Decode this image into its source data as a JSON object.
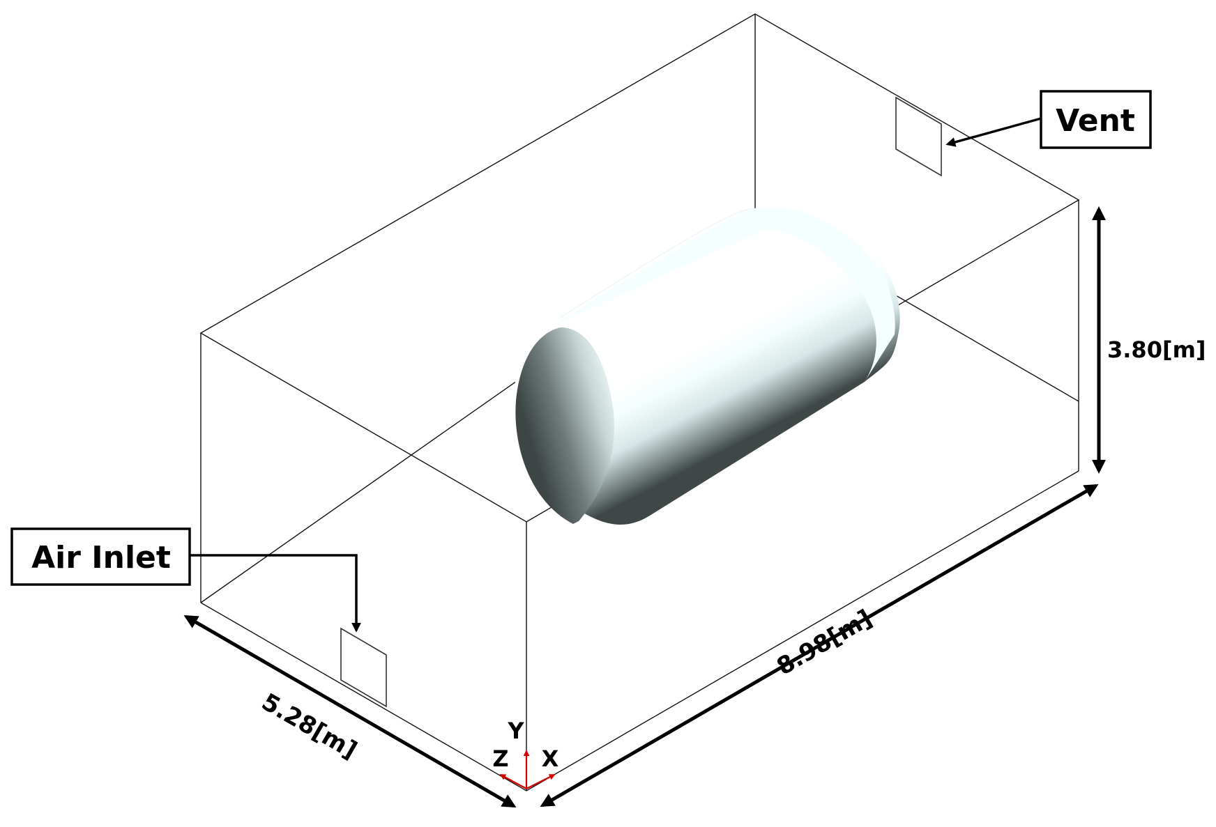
{
  "labels": {
    "vent": "Vent",
    "air_inlet": "Air Inlet"
  },
  "dimensions": {
    "height": "3.80[m]",
    "length": "8.98[m]",
    "width": "5.28[m]"
  },
  "axes": {
    "y": "Y",
    "z": "Z",
    "x": "X"
  },
  "colors": {
    "axis": "#d40000",
    "tank_light": "#f2fcfc",
    "tank_dark": "#3f4747"
  }
}
